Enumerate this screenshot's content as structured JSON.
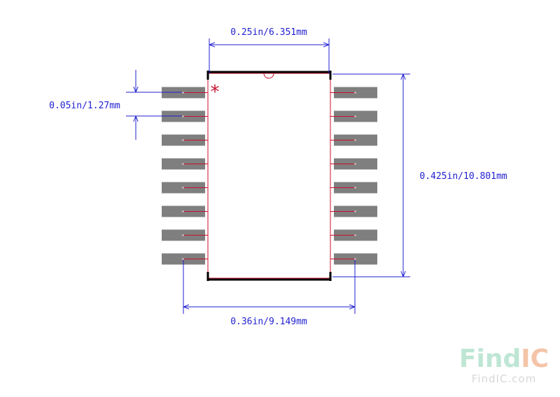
{
  "dimensions": {
    "body_width": "0.25in/6.351mm",
    "pin_pitch": "0.05in/1.27mm",
    "body_length": "0.425in/10.801mm",
    "lead_span": "0.36in/9.149mm"
  },
  "pin1_marker": "*",
  "pins": {
    "per_side": 8
  },
  "watermark": {
    "brand_left": "Find",
    "brand_right": "IC",
    "url": "FindIC.com"
  },
  "colors": {
    "dimension": "#1f1fd0",
    "pad": "#7f7f7f",
    "pin_line": "#c8102e",
    "body_outline": "#000000",
    "watermark_light": "#bfe6d5",
    "watermark_accent": "#f4c4a8"
  }
}
